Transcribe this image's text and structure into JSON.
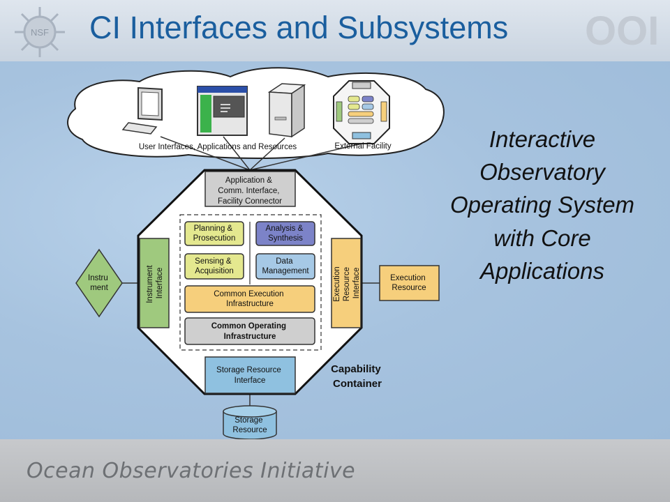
{
  "header": {
    "title": "CI Interfaces and Subsystems",
    "nsf_logo_text": "NSF",
    "ooi_logo_text": "OOI"
  },
  "caption": {
    "lines": [
      "Interactive",
      "Observatory",
      "Operating System",
      "with Core",
      "Applications"
    ]
  },
  "footer": {
    "text": "Ocean Observatories Initiative"
  },
  "diagram": {
    "cloud_left_label": "User Interfaces, Applications and Resources",
    "cloud_right_label": "External Facility",
    "app_interface": [
      "Application &",
      "Comm. Interface,",
      "Facility Connector"
    ],
    "planning": [
      "Planning &",
      "Prosecution"
    ],
    "analysis": [
      "Analysis &",
      "Synthesis"
    ],
    "sensing": [
      "Sensing &",
      "Acquisition"
    ],
    "data_mgmt": [
      "Data",
      "Management"
    ],
    "common_exec": [
      "Common Execution",
      "Infrastructure"
    ],
    "common_operating": [
      "Common Operating",
      "Infrastructure"
    ],
    "instrument_interface": [
      "Instrument",
      "Interface"
    ],
    "execution_resource_interface": [
      "Execution",
      "Resource",
      "Interface"
    ],
    "instrument": [
      "Instru",
      "ment"
    ],
    "execution_resource": [
      "Execution",
      "Resource"
    ],
    "storage_interface": [
      "Storage Resource",
      "Interface"
    ],
    "storage_resource": [
      "Storage",
      "Resource"
    ],
    "capability_container": [
      "Capability",
      "Container"
    ]
  },
  "colors": {
    "title_blue": "#1a5e9e",
    "planning_yellow": "#e4e88f",
    "analysis_purple": "#7c83c8",
    "data_blue": "#a6c9e6",
    "common_exec_orange": "#f6cf7c",
    "common_op_gray": "#cfcfcf",
    "instrument_green": "#9fc97e",
    "storage_blue": "#8fc1e0"
  }
}
